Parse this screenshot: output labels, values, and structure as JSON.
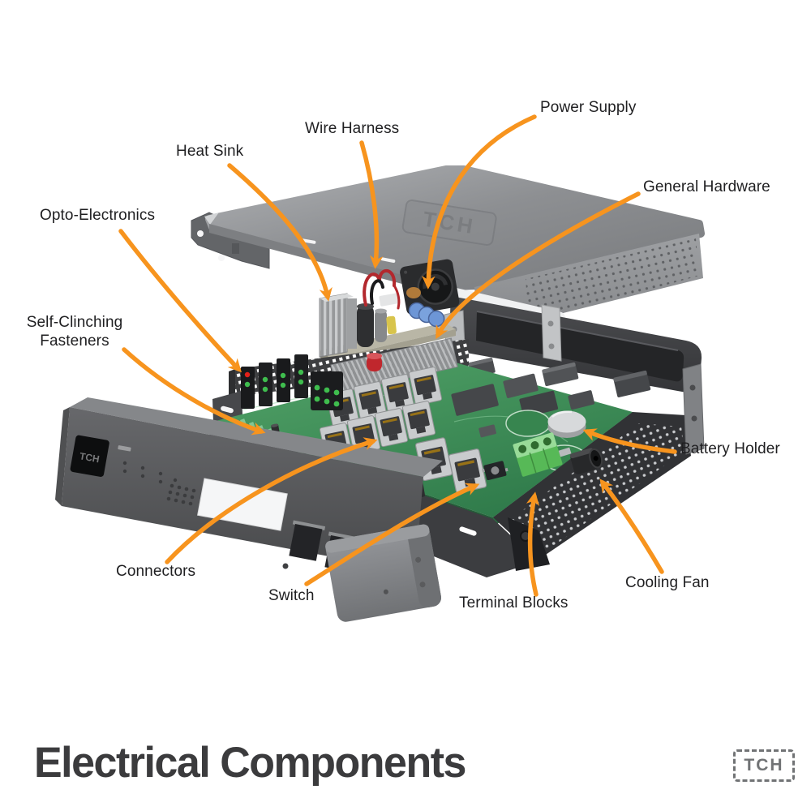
{
  "figure": {
    "title": "Electrical Components",
    "brand_logo": "TCH",
    "accent_color": "#F7941E",
    "label_color": "#1F1F21",
    "title_color": "#3B3B3D",
    "background": "#FFFFFF"
  },
  "labels": {
    "power_supply": "Power Supply",
    "wire_harness": "Wire Harness",
    "heat_sink": "Heat Sink",
    "general_hardware": "General Hardware",
    "opto_electronics": "Opto-Electronics",
    "self_clinching_fasteners": "Self-Clinching Fasteners",
    "battery_holder": "Battery Holder",
    "connectors": "Connectors",
    "switch": "Switch",
    "terminal_blocks": "Terminal Blocks",
    "cooling_fan": "Cooling Fan"
  },
  "device": {
    "lid_emboss": "TCH",
    "bezel_badge": "TCH"
  }
}
